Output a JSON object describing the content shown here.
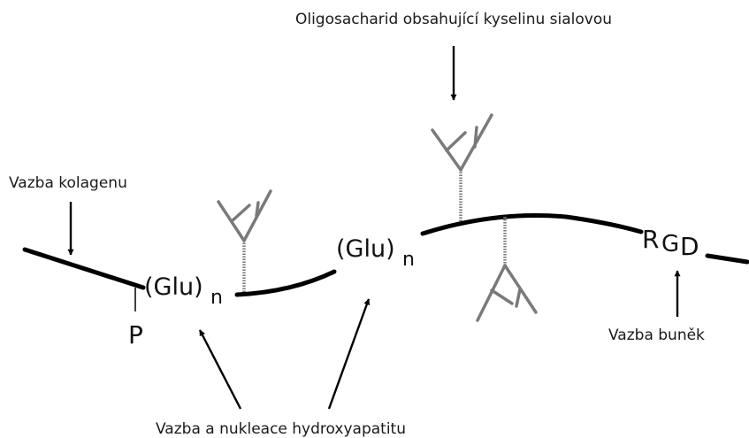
{
  "labels": {
    "oligosaccharide": "Oligosacharid obsahující kyselinu sialovou",
    "collagen": "Vazba kolagenu",
    "cell": "Vazba buněk",
    "hydroxyapatite": "Vazba a nukleace hydroxyapatitu"
  },
  "residues": {
    "glu1": "(Glu)",
    "glu1_sub": "n",
    "glu2": "(Glu)",
    "glu2_sub": "n",
    "phosphate": "P",
    "rgd_r": "R",
    "rgd_g": "G",
    "rgd_d": "D"
  },
  "colors": {
    "backbone": "#000000",
    "oligosaccharide": "#7a7a7a",
    "text": "#1a1a1a"
  }
}
